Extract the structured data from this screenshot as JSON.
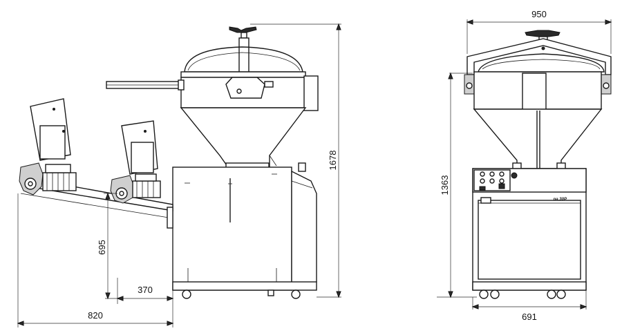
{
  "dimensions": {
    "side_height": "1678",
    "side_leg_height": "695",
    "side_offset": "370",
    "side_overall_width": "820",
    "front_width": "950",
    "front_height": "1363",
    "front_base_width": "691"
  },
  "machine": {
    "model_label": "pa.30P"
  }
}
